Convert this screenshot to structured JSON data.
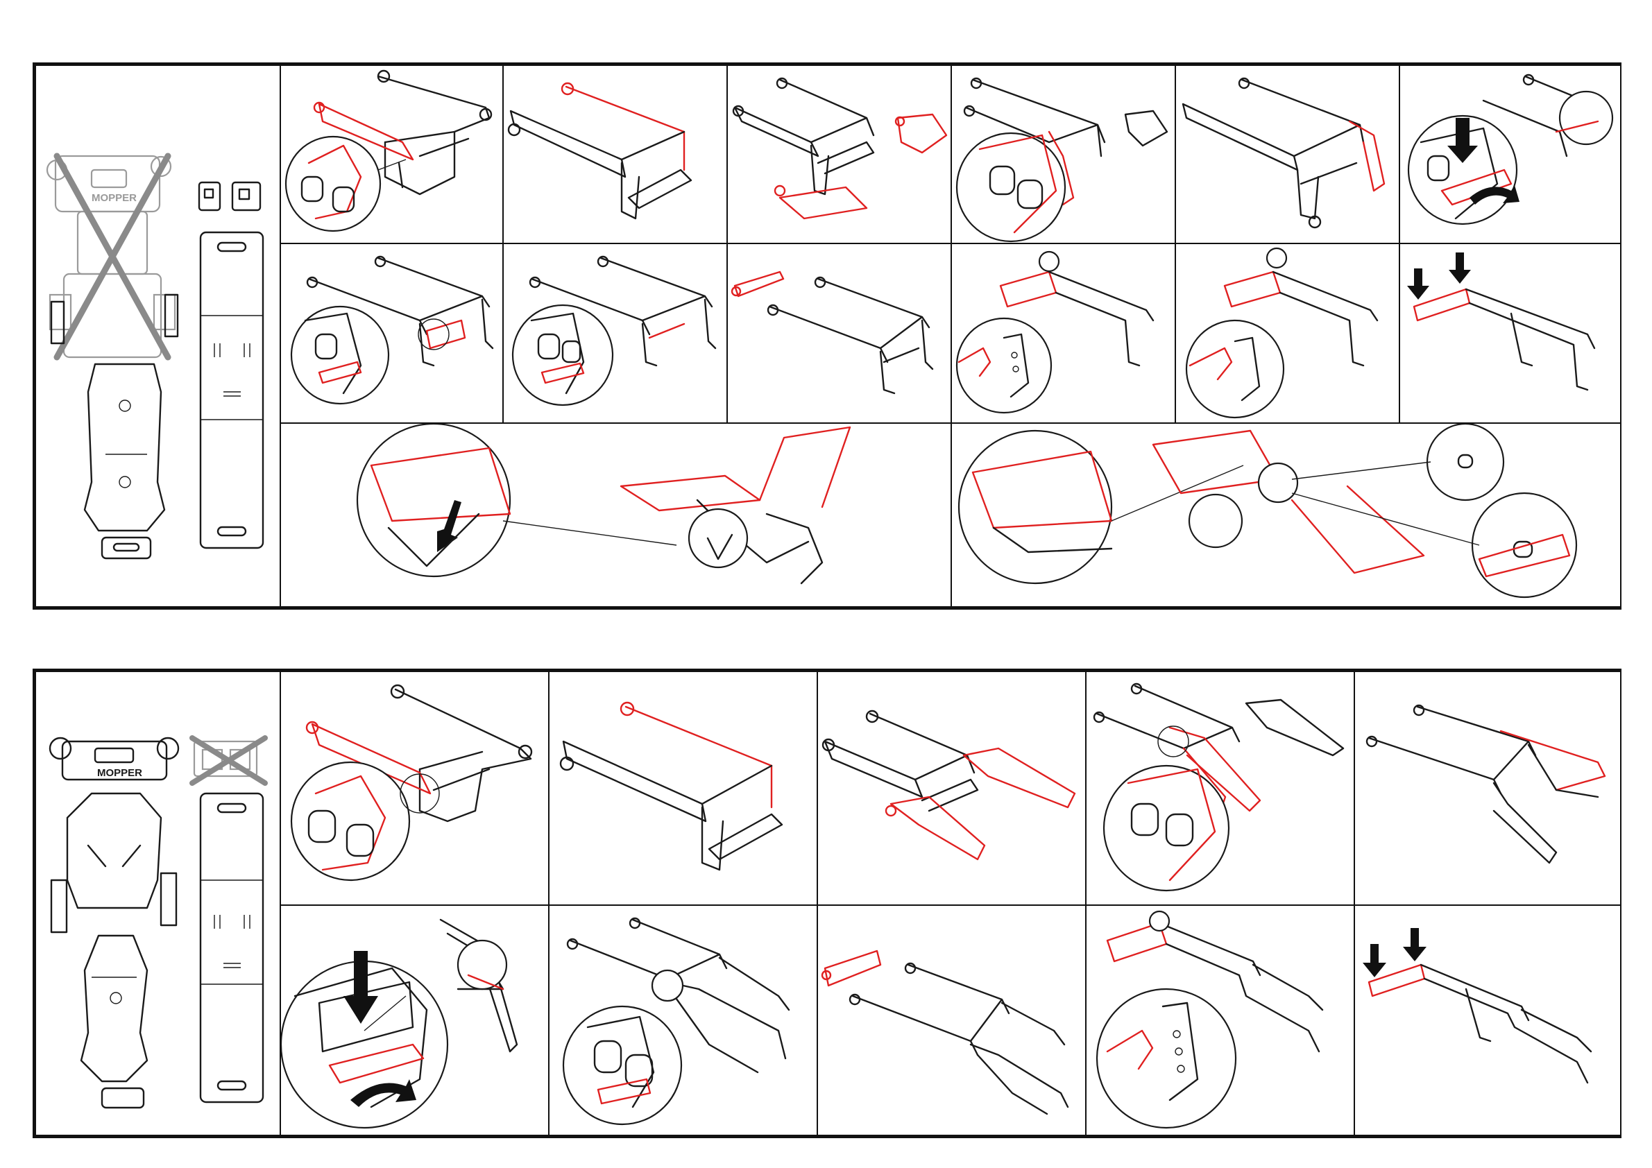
{
  "sheets": [
    {
      "id": "sheet-1",
      "crossed_variant": "left",
      "parts_logo": "MOPPER",
      "steps_row1": 6,
      "steps_row2": 6,
      "final_steps": 2
    },
    {
      "id": "sheet-2",
      "crossed_variant": "right",
      "parts_logo": "MOPPER",
      "steps_row1": 5,
      "steps_row2": 5,
      "final_steps": 0
    }
  ],
  "colors": {
    "frame": "#1a1a1a",
    "highlight": "#e02020",
    "excluded": "#9a9a9a",
    "border": "#111111"
  },
  "icons": [
    "cross-out-icon",
    "arrow-down-icon",
    "curved-arrow-icon",
    "zoom-callout-icon"
  ]
}
